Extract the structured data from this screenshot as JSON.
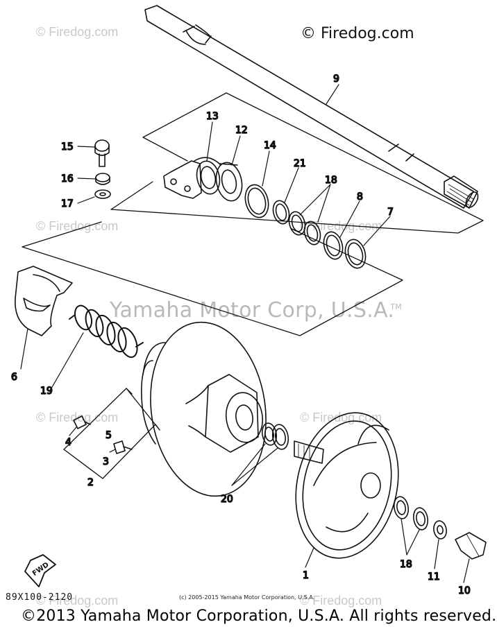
{
  "watermark": {
    "firedog_faint": "© Firedog.com",
    "firedog_main": "© Firedog.com",
    "yamaha_text": "Yamaha Motor Corp, U.S.A.",
    "yamaha_tm": "TM"
  },
  "callouts": {
    "c1": "1",
    "c2": "2",
    "c3": "3",
    "c4": "4",
    "c5": "5",
    "c6": "6",
    "c7": "7",
    "c8": "8",
    "c9": "9",
    "c10": "10",
    "c11": "11",
    "c12": "12",
    "c13": "13",
    "c14": "14",
    "c15": "15",
    "c16": "16",
    "c17": "17",
    "c18a": "18",
    "c18b": "18",
    "c19": "19",
    "c20": "20",
    "c21": "21"
  },
  "fwd_label": "FWD",
  "diagram_code": "89X100-2120",
  "small_copyright": "(c) 2005-2015 Yamaha Motor Corporation, U.S.A.",
  "footer_copyright": "©2013 Yamaha Motor Corporation, U.S.A. All rights reserved.",
  "colors": {
    "line": "#111111",
    "watermark": "#c8c8c8"
  }
}
